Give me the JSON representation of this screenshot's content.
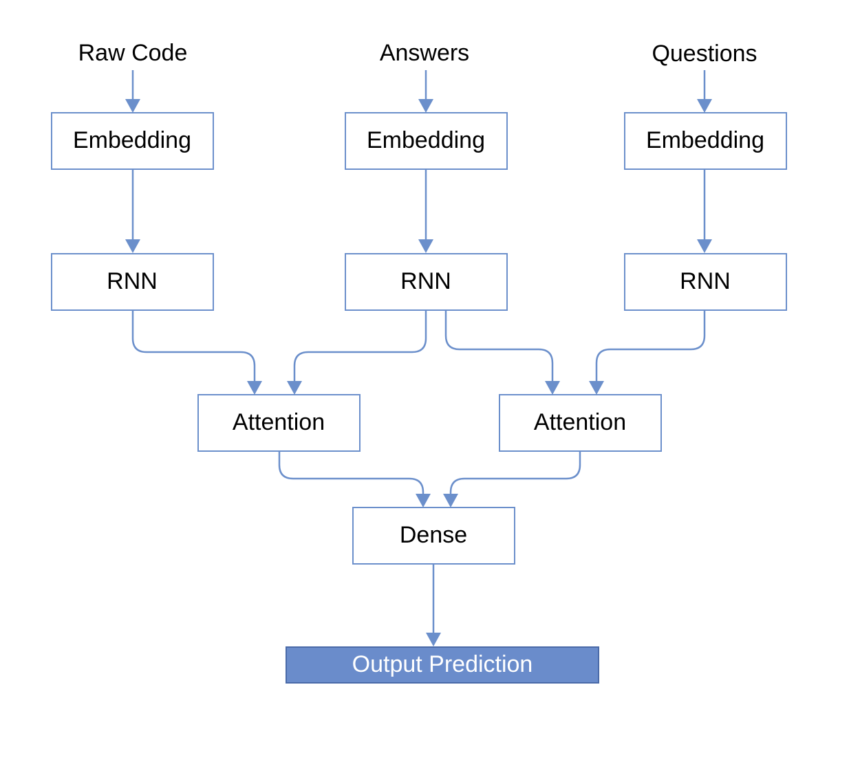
{
  "inputs": {
    "raw_code": "Raw Code",
    "answers": "Answers",
    "questions": "Questions"
  },
  "nodes": {
    "embedding_code": "Embedding",
    "embedding_answers": "Embedding",
    "embedding_questions": "Embedding",
    "rnn_code": "RNN",
    "rnn_answers": "RNN",
    "rnn_questions": "RNN",
    "attention_left": "Attention",
    "attention_right": "Attention",
    "dense": "Dense",
    "output": "Output Prediction"
  },
  "colors": {
    "accent": "#6b8fcb",
    "output_fill": "#6a8ccb"
  }
}
